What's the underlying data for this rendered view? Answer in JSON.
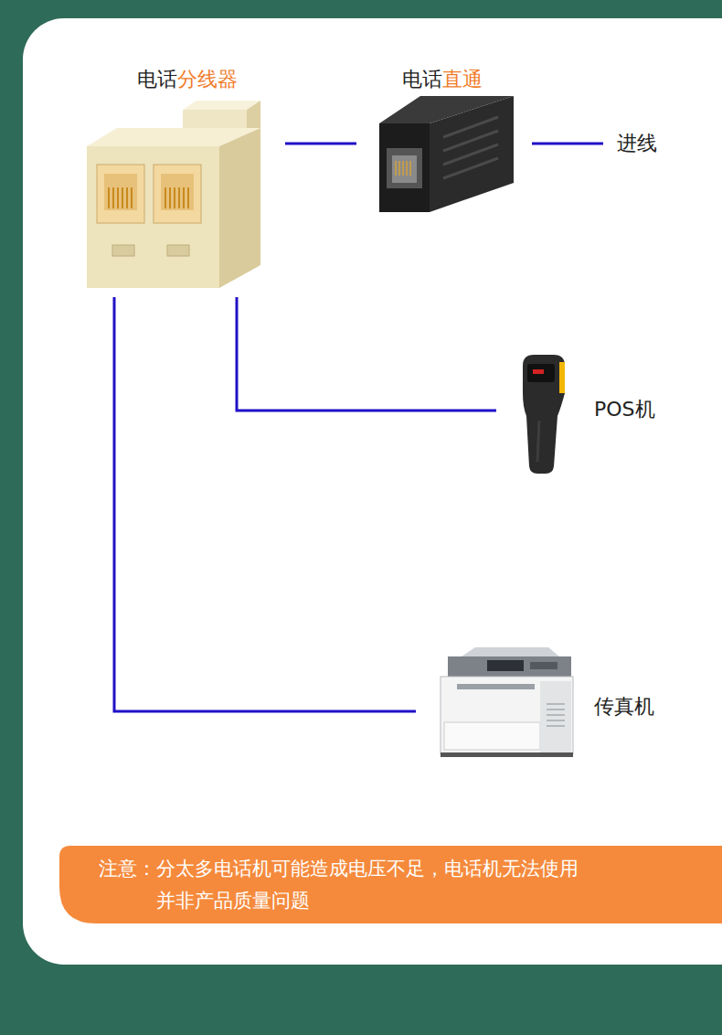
{
  "diagram": {
    "nodes": [
      {
        "text": [
          "电话分线器"
        ]
      },
      {
        "text": [
          "电话直通"
        ]
      },
      {
        "text": [
          "进线"
        ]
      },
      {
        "text": [
          "POS机"
        ]
      },
      {
        "text": [
          "传真机"
        ]
      }
    ],
    "edges": [
      {
        "from": 0,
        "to": 1,
        "arrow": "none"
      },
      {
        "from": 1,
        "to": 2,
        "arrow": "none"
      },
      {
        "from": 0,
        "to": 3,
        "arrow": "none"
      },
      {
        "from": 0,
        "to": 4,
        "arrow": "none"
      }
    ],
    "labels": [
      "注意：分太多电话机可能造成电压不足，电话机无法使用 并非产品质量问题"
    ]
  }
}
